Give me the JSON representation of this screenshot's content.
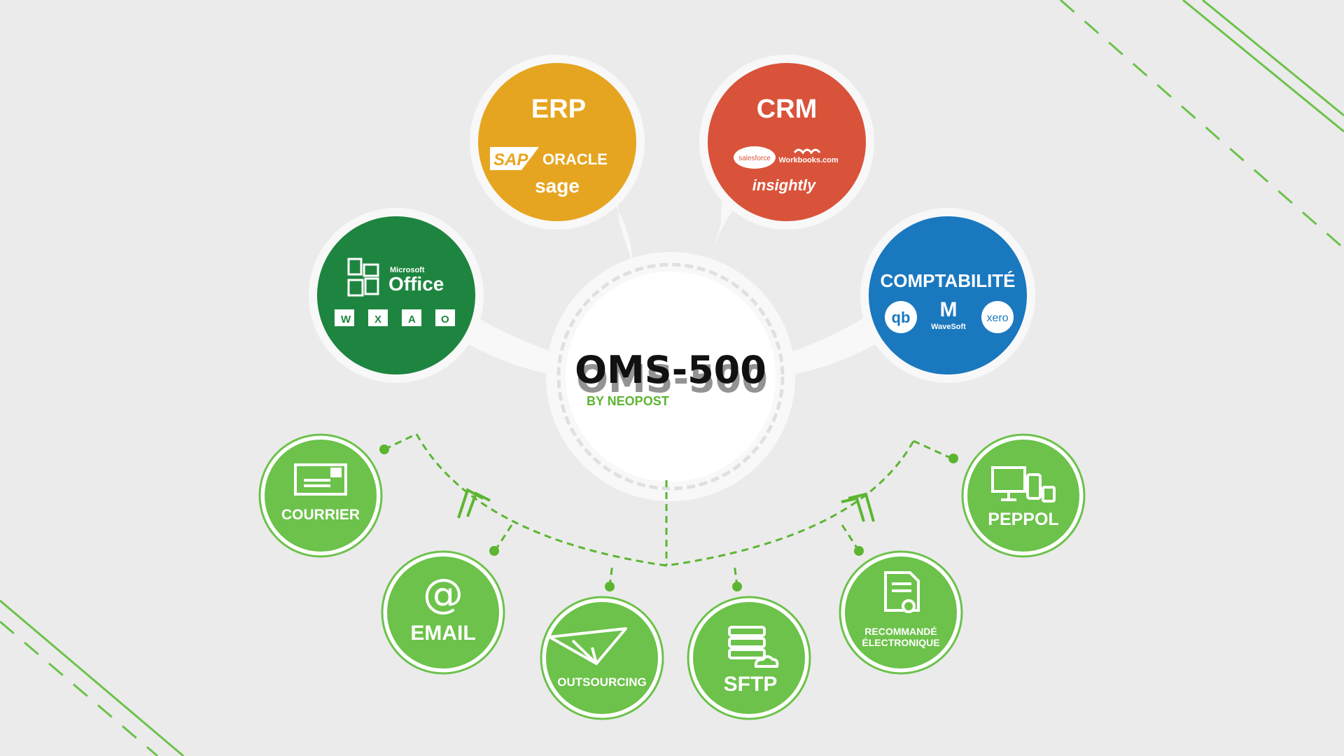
{
  "hub": {
    "title": "OMS-500",
    "subtitle": "BY NEOPOST"
  },
  "categories": {
    "erp": {
      "title": "ERP",
      "logos": [
        "SAP",
        "ORACLE",
        "sage"
      ],
      "color": "#e6a520"
    },
    "crm": {
      "title": "CRM",
      "logos": [
        "salesforce",
        "Workbooks.com",
        "insightly"
      ],
      "color": "#d9533a"
    },
    "office": {
      "brand_small": "Microsoft",
      "brand": "Office",
      "apps": [
        "W",
        "X",
        "A",
        "O"
      ],
      "color": "#1e8540"
    },
    "comptabilite": {
      "title": "COMPTABILITÉ",
      "logos": [
        "qb",
        "WaveSoft",
        "xero"
      ],
      "color": "#1a78bf"
    }
  },
  "channels": {
    "courrier": "COURRIER",
    "email": "EMAIL",
    "outsourcing": "OUTSOURCING",
    "sftp": "SFTP",
    "recommande_line1": "RECOMMANDÉ",
    "recommande_line2": "ÉLECTRONIQUE",
    "peppol": "PEPPOL"
  },
  "colors": {
    "background": "#ebebeb",
    "channel_green": "#6cc24a",
    "accent_green": "#5cb531",
    "dashed_green": "#5cb531"
  }
}
